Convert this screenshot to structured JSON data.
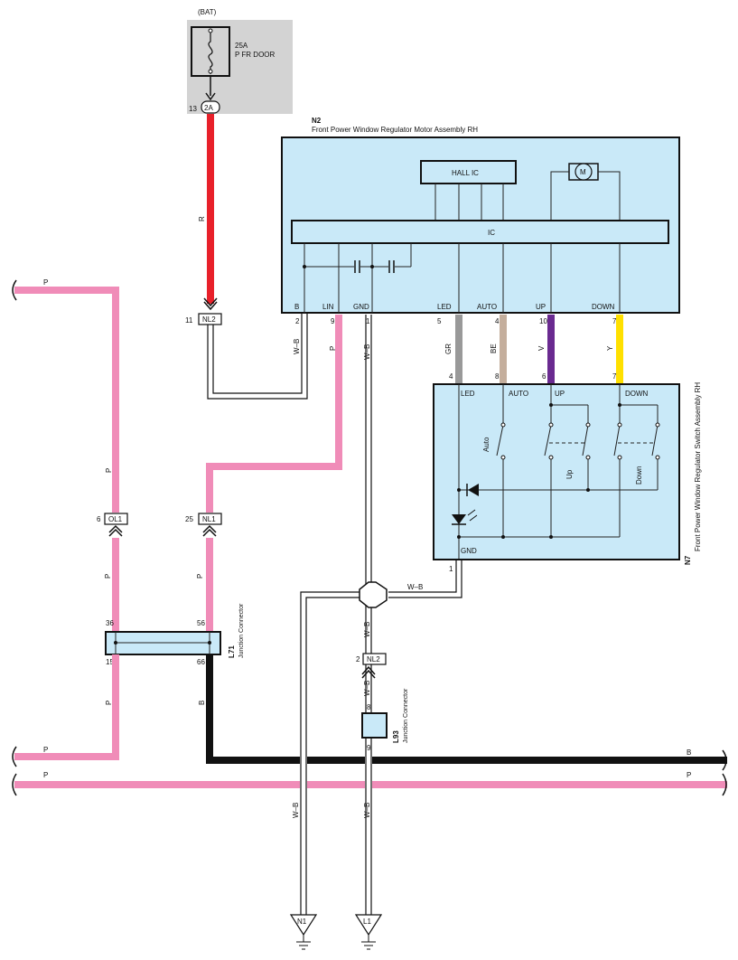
{
  "colors": {
    "red": "#e8202a",
    "pink": "#f08cb8",
    "black": "#111111",
    "gray": "#999999",
    "beige": "#c4ae9c",
    "violet": "#6a2a90",
    "yellow": "#ffe000",
    "component_fill": "#c9e9f8",
    "fuse_box_fill": "#d3d3d3"
  },
  "fuse": {
    "source": "(BAT)",
    "rating": "25A",
    "name": "P FR DOOR",
    "pin": "13",
    "connector": "2A"
  },
  "n2": {
    "id": "N2",
    "title": "Front Power Window Regulator Motor Assembly RH",
    "hall_ic": "HALL IC",
    "ic": "IC",
    "motor": "M",
    "terminals": [
      "B",
      "LIN",
      "GND",
      "LED",
      "AUTO",
      "UP",
      "DOWN"
    ],
    "pins": [
      "2",
      "9",
      "1",
      "5",
      "4",
      "10",
      "7"
    ]
  },
  "n7": {
    "id": "N7",
    "title": "Front Power Window Regulator Switch Assembly RH",
    "terminals": [
      "LED",
      "AUTO",
      "UP",
      "DOWN",
      "GND"
    ],
    "pins": [
      "4",
      "8",
      "6",
      "7",
      "1"
    ],
    "switch_labels": [
      "Auto",
      "Up",
      "Down"
    ]
  },
  "wires": {
    "R": "R",
    "WB": "W–B",
    "P": "P",
    "GR": "GR",
    "BE": "BE",
    "V": "V",
    "Y": "Y",
    "B": "B"
  },
  "connectors": {
    "nl2_top": {
      "pin": "11",
      "name": "NL2"
    },
    "ol1": {
      "pin": "6",
      "name": "OL1"
    },
    "nl1": {
      "pin": "25",
      "name": "NL1"
    },
    "nl2_bottom": {
      "pin": "2",
      "name": "NL2"
    }
  },
  "l71": {
    "id": "L71",
    "desc": "Junction Connector",
    "pins": [
      "36",
      "56",
      "15",
      "66"
    ]
  },
  "l93": {
    "id": "L93",
    "desc": "Junction Connector",
    "pins": [
      "8",
      "9"
    ]
  },
  "grounds": [
    "N1",
    "L1"
  ]
}
